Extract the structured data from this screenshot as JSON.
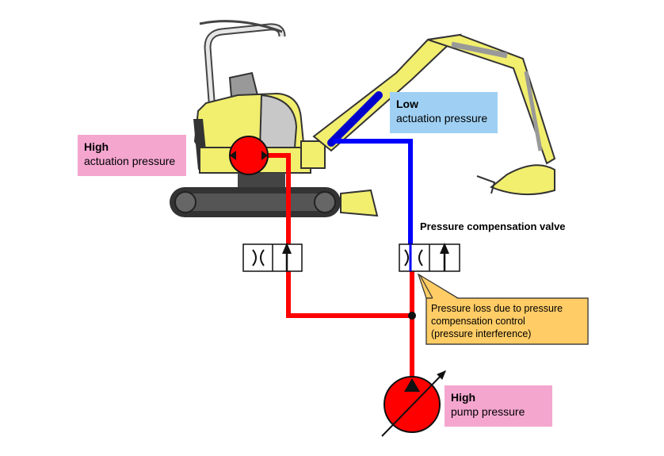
{
  "labels": {
    "actuation_high": {
      "strong": "High",
      "text": "actuation pressure"
    },
    "actuation_low": {
      "strong": "Low",
      "text": "actuation pressure"
    },
    "pump_high": {
      "strong": "High",
      "text": "pump pressure"
    },
    "valve_title": "Pressure compensation valve",
    "callout_lines": [
      "Pressure loss due to pressure",
      "compensation control",
      "(pressure interference)"
    ]
  },
  "colors": {
    "high_pressure_line": "#ff0000",
    "low_pressure_line": "#0000ff",
    "machine_body": "#f2ee6e",
    "pink_label": "#f4a6cf",
    "blue_label": "#9fd0f4",
    "callout_fill": "#ffcc66"
  },
  "icons": [
    "excavator",
    "swing-motor-symbol",
    "pump-symbol",
    "valve-symbol"
  ]
}
